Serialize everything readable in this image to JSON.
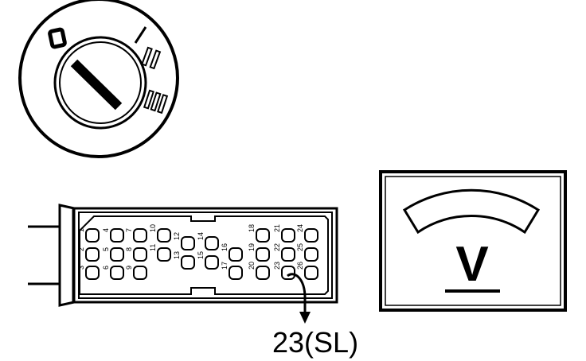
{
  "ignition_switch": {
    "positions": [
      "0",
      "I",
      "II",
      "III"
    ]
  },
  "connector": {
    "pins": [
      "1",
      "2",
      "3",
      "4",
      "5",
      "6",
      "7",
      "8",
      "9",
      "10",
      "11",
      "12",
      "13",
      "14",
      "15",
      "16",
      "17",
      "18",
      "19",
      "20",
      "21",
      "22",
      "23",
      "24",
      "25",
      "26"
    ],
    "callout": "23(SL)"
  },
  "voltmeter": {
    "symbol": "V"
  }
}
